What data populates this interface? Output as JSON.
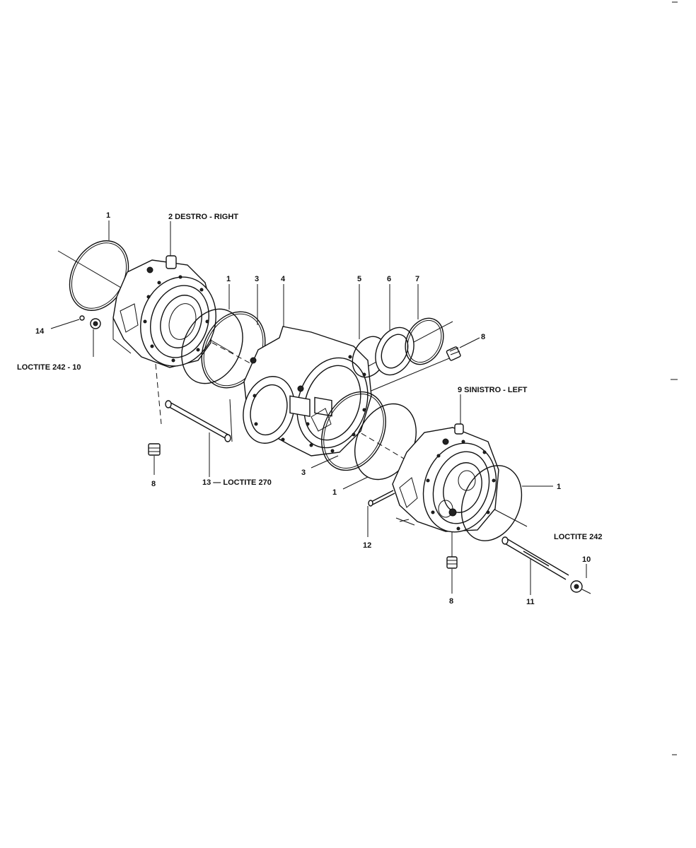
{
  "labels": {
    "ring_1_top_left": "1",
    "right_housing": "2  DESTRO - RIGHT",
    "ring_1_top_mid": "1",
    "ring_3_top": "3",
    "center_body": "4",
    "ring_5": "5",
    "plate_6": "6",
    "ring_7": "7",
    "plug_8_top_right": "8",
    "left_housing": "9  SINISTRO - LEFT",
    "ring_1_right": "1",
    "part_14": "14",
    "loctite_left": "LOCTITE  242 - 10",
    "plug_8_left": "8",
    "pin_13": "13 — LOCTITE  270",
    "ring_3_bottom": "3",
    "ring_1_bottom": "1",
    "pin_12": "12",
    "plug_8_bottom": "8",
    "shaft_11": "11",
    "loctite_right": "LOCTITE  242",
    "nut_10": "10"
  }
}
